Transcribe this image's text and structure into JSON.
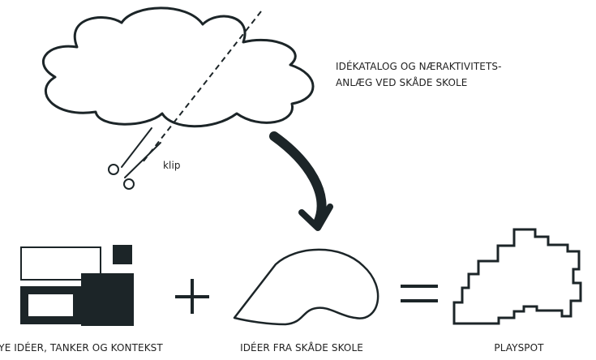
{
  "title_lines": [
    "IDÉKATALOG OG NÆRAKTIVITETS-",
    "ANLÆG VED SKÅDE SKOLE"
  ],
  "clip_label": "klip",
  "captions": {
    "left": "NYE IDÉER, TANKER OG KONTEKST",
    "middle": "IDÉER FRA SKÅDE SKOLE",
    "right": "PLAYSPOT"
  },
  "operators": {
    "plus": "+",
    "equals": "="
  },
  "colors": {
    "ink": "#1c2528",
    "text": "#222222",
    "background": "#ffffff"
  }
}
